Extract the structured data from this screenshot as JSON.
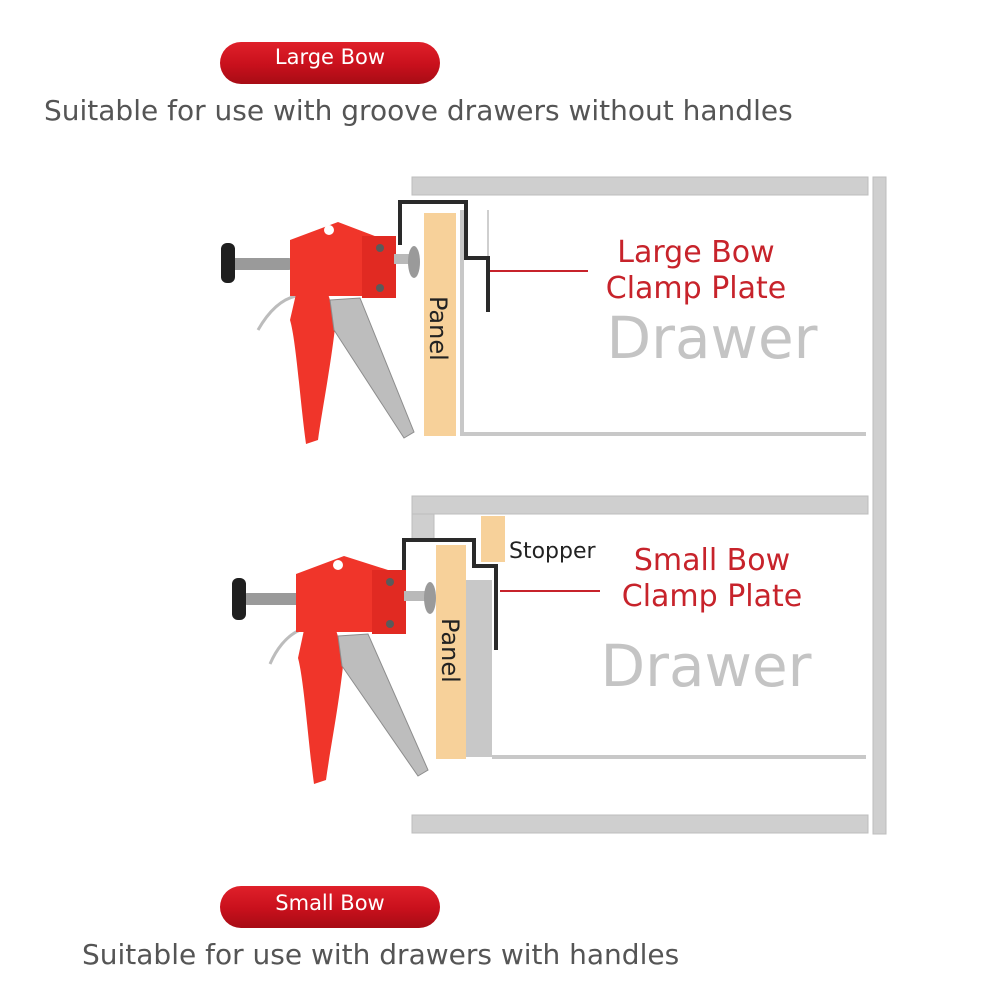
{
  "large_bow": {
    "badge": "Large Bow",
    "caption": "Suitable for use with groove drawers without handles",
    "callout_line1": "Large Bow",
    "callout_line2": "Clamp Plate",
    "drawer_label": "Drawer",
    "panel_label": "Panel"
  },
  "small_bow": {
    "badge": "Small Bow",
    "caption": "Suitable for use with drawers with handles",
    "callout_line1": "Small Bow",
    "callout_line2": "Clamp Plate",
    "drawer_label": "Drawer",
    "panel_label": "Panel",
    "stopper_label": "Stopper"
  },
  "colors": {
    "badge_red": "#c8101c",
    "tool_red": "#f0352a",
    "panel_tan": "#f7d19a",
    "cabinet_gray": "#cfcfcf",
    "drawer_text_gray": "#c4c4c4",
    "callout_red": "#c7232b"
  }
}
